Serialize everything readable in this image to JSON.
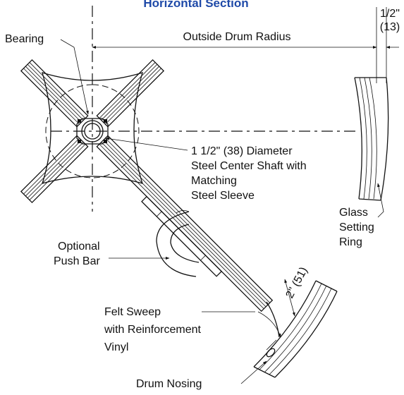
{
  "title": "Horizontal Section",
  "colors": {
    "title": "#1f4aa8",
    "ink": "#111111"
  },
  "labels": {
    "bearing": "Bearing",
    "outside_drum_radius": "Outside Drum Radius",
    "dim_inch": "1/2\"",
    "dim_mm": "(13)",
    "shaft": [
      "1 1/2\" (38) Diameter",
      "Steel Center Shaft with",
      "Matching",
      "Steel Sleeve"
    ],
    "glass_ring": [
      "Glass",
      "Setting",
      "Ring"
    ],
    "push_bar": [
      "Optional",
      "Push Bar"
    ],
    "nosing_dim": "2\" (51)",
    "felt_sweep": [
      "Felt Sweep",
      "with Reinforcement",
      "Vinyl"
    ],
    "drum_nosing": "Drum Nosing"
  }
}
